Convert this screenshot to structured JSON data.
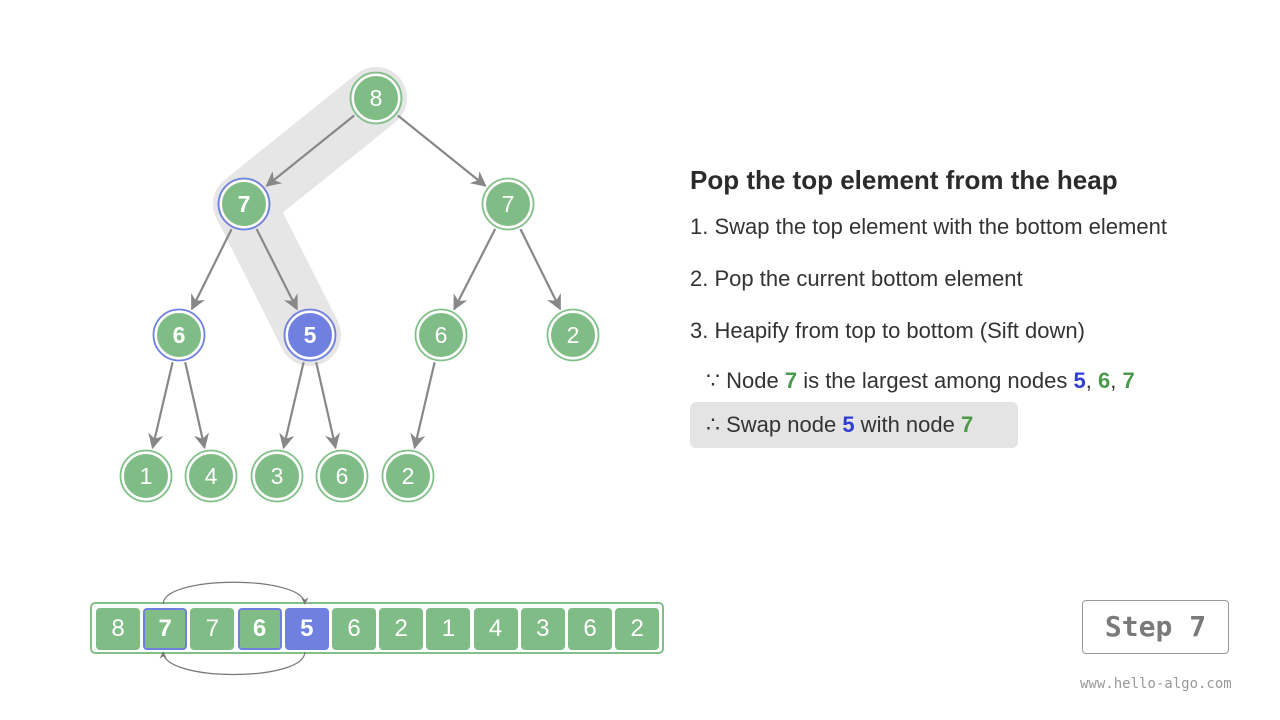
{
  "title": "Pop the top element from the heap",
  "steps": [
    "1. Swap the top element with the bottom element",
    "2. Pop the current bottom element",
    "3. Heapify from top to bottom (Sift down)"
  ],
  "note_because": {
    "prefix": "∵ Node ",
    "node": "7",
    "mid": " is the largest among nodes ",
    "n1": "5",
    "sep1": ", ",
    "n2": "6",
    "sep2": ", ",
    "n3": "7"
  },
  "note_therefore": {
    "prefix": "∴ Swap node ",
    "n1": "5",
    "mid": " with node ",
    "n2": "7"
  },
  "heap_nodes": [
    {
      "value": "8",
      "state": "normal"
    },
    {
      "value": "7",
      "state": "compare"
    },
    {
      "value": "7",
      "state": "normal"
    },
    {
      "value": "6",
      "state": "compare"
    },
    {
      "value": "5",
      "state": "current"
    },
    {
      "value": "6",
      "state": "normal"
    },
    {
      "value": "2",
      "state": "normal"
    },
    {
      "value": "1",
      "state": "normal"
    },
    {
      "value": "4",
      "state": "normal"
    },
    {
      "value": "3",
      "state": "normal"
    },
    {
      "value": "6",
      "state": "normal"
    },
    {
      "value": "2",
      "state": "normal"
    }
  ],
  "highlighted_path": [
    0,
    1,
    4
  ],
  "swap_pair": [
    1,
    4
  ],
  "step_label": "Step 7",
  "footer": "www.hello-algo.com",
  "colors": {
    "node_green": "#80bd86",
    "node_border": "#ffffff",
    "node_outline": "#82c08a",
    "current_blue": "#6f80e0",
    "compare_ring": "#6f80e0",
    "edge": "#888888",
    "path_shadow": "#e6e6e6"
  }
}
